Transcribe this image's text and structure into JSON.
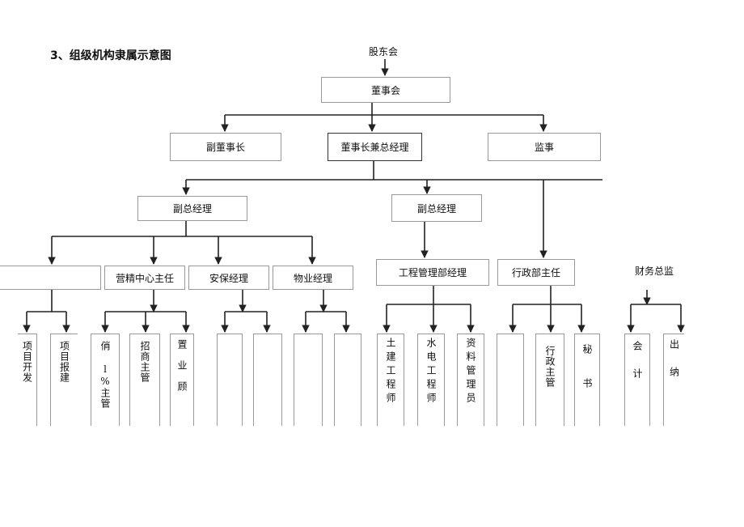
{
  "title": "3、组级机构隶属示意图",
  "nodes": {
    "shareholders": "股东会",
    "board": "董事会",
    "vice_chairman": "副董事长",
    "chairman_gm": "董事长兼总经理",
    "supervisor": "监事",
    "deputy_gm_left": "副总经理",
    "deputy_gm_right": "副总经理",
    "marketing_head": "营精中心主任",
    "security_manager": "安保经理",
    "property_manager": "物业经理",
    "engineering_manager": "工程管理部经理",
    "admin_director": "行政部主任",
    "finance_director": "财务总监"
  },
  "leaves": {
    "project_dev": "项目开发",
    "project_approval": "项目报建",
    "sales_supervisor": "俏 l%主管",
    "investment_supervisor": "招商主管",
    "property_consultant": "置业顾",
    "civil_engineer": "土建工程师",
    "mep_engineer": "水电工程师",
    "document_manager": "资料管理员",
    "admin_supervisor": "行政主管",
    "secretary": "秘书",
    "accountant": "会计",
    "cashier": "出纳"
  },
  "colors": {
    "line": "#222222",
    "border": "#9a9a9a"
  }
}
